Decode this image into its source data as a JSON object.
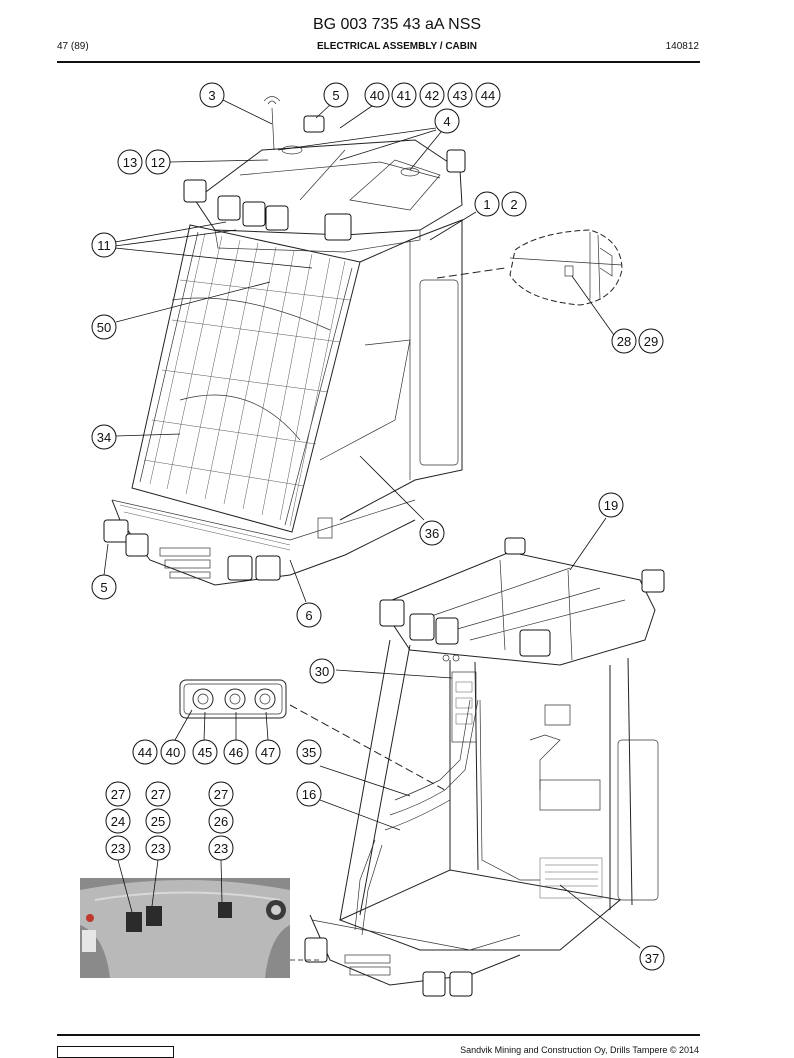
{
  "header": {
    "doc_title": "BG 003 735 43 aA NSS",
    "page": "47 (89)",
    "section": "ELECTRICAL ASSEMBLY / CABIN",
    "doc_number": "140812"
  },
  "footer": {
    "copyright": "Sandvik Mining and Construction Oy, Drills Tampere © 2014"
  },
  "callouts": [
    "3",
    "5",
    "40",
    "41",
    "42",
    "43",
    "44",
    "4",
    "13",
    "12",
    "1",
    "2",
    "11",
    "50",
    "28",
    "29",
    "34",
    "36",
    "19",
    "5",
    "6",
    "30",
    "44",
    "40",
    "45",
    "46",
    "47",
    "35",
    "16",
    "27",
    "27",
    "27",
    "24",
    "25",
    "26",
    "23",
    "23",
    "23",
    "37"
  ]
}
